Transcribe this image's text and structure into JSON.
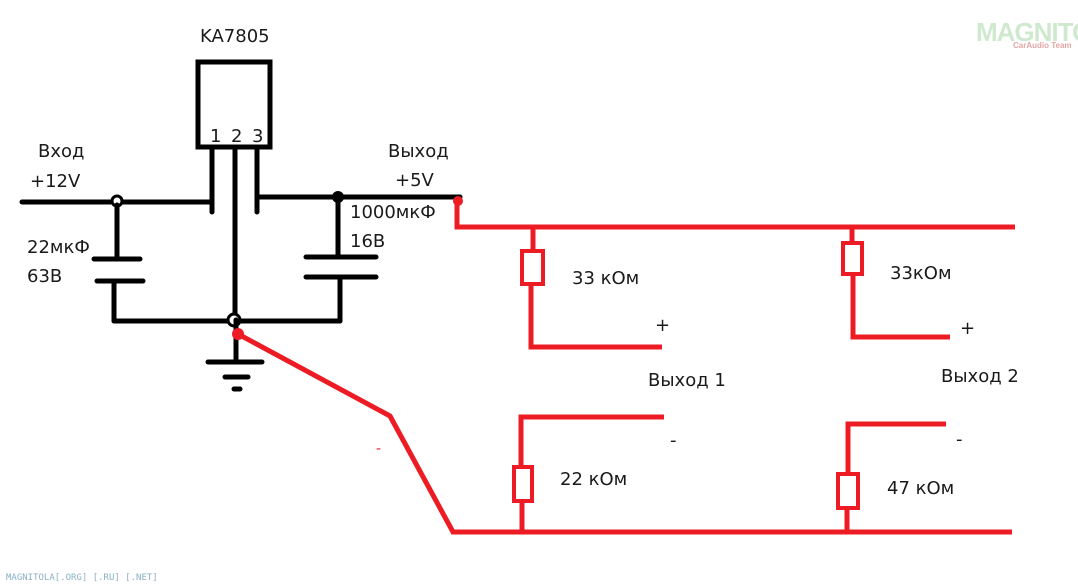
{
  "diagram": {
    "title": "KA7805",
    "pins": [
      "1",
      "2",
      "3"
    ],
    "input": {
      "label": "Вход",
      "voltage": "+12V"
    },
    "output": {
      "label": "Выход",
      "voltage": "+5V"
    },
    "capacitors": [
      {
        "id": "C1",
        "value": "22мкФ",
        "voltage": "63В"
      },
      {
        "id": "C2",
        "value": "1000мкФ",
        "voltage": "16В"
      }
    ],
    "resistors": [
      {
        "id": "R1",
        "value": "33 кОм"
      },
      {
        "id": "R2",
        "value": "33кОм"
      },
      {
        "id": "R3",
        "value": "22 кОм"
      },
      {
        "id": "R4",
        "value": "47 кОм"
      }
    ],
    "outputs": [
      {
        "label": "Выход 1",
        "plus": "+",
        "minus": "-"
      },
      {
        "label": "Выход 2",
        "plus": "+",
        "minus": "-"
      }
    ],
    "ground_wire_sign": "-",
    "colors": {
      "wire_original": "#000000",
      "wire_added": "#ed1c24"
    }
  },
  "watermark": {
    "logo": "MAGNITOLA",
    "tagline": "CarAudio Team",
    "footer": "MAGNITOLA[.ORG] [.RU] [.NET]"
  }
}
